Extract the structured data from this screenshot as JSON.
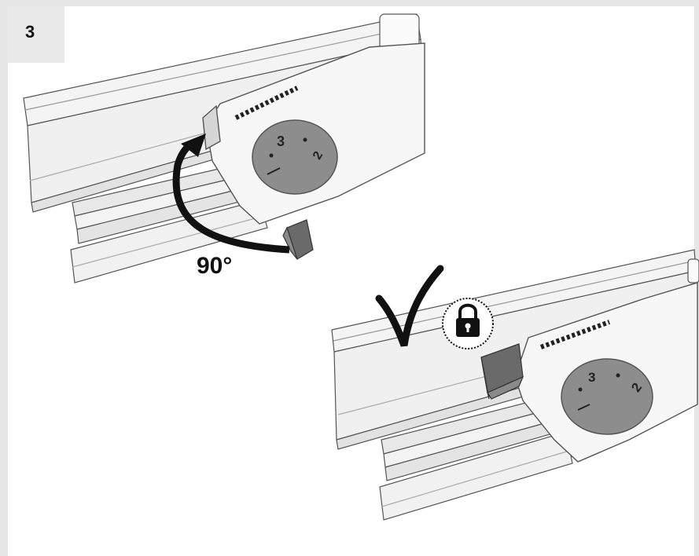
{
  "step": {
    "number": "3"
  },
  "top_illustration": {
    "rotation_label": "90°",
    "dial_numbers": [
      "3",
      "2"
    ]
  },
  "bottom_illustration": {
    "dial_numbers": [
      "3",
      "2"
    ]
  },
  "icons": {
    "rotate_arrow": "curved-arrow-icon",
    "check": "checkmark-icon",
    "lock": "padlock-icon"
  },
  "colors": {
    "background": "#e6e6e6",
    "panel": "#ffffff",
    "rail": "#f2f2f2",
    "dial": "#8d8d8d",
    "knob": "#6a6a6a",
    "ink": "#111111"
  }
}
